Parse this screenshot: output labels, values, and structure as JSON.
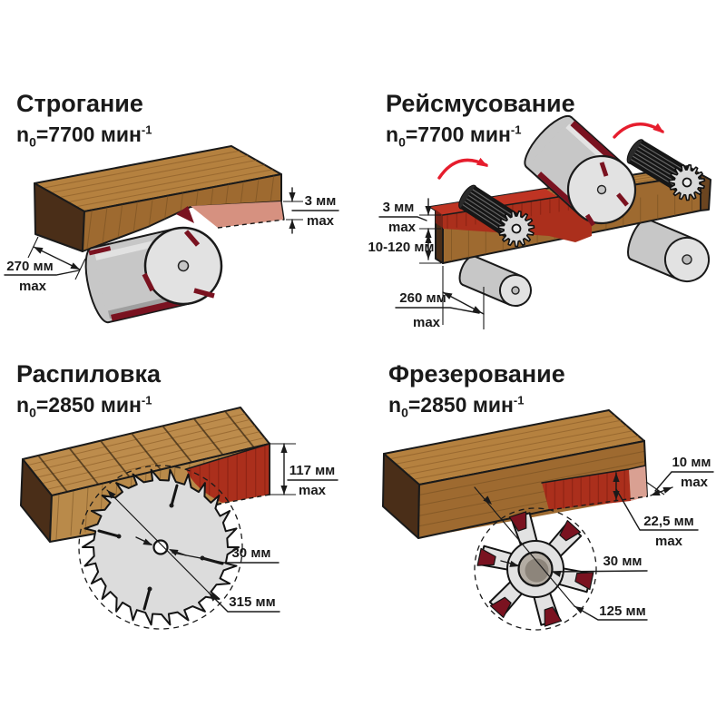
{
  "panels": {
    "planing": {
      "title": "Строгание",
      "speed": {
        "var": "n",
        "sub": "0",
        "eq": "=7700 мин",
        "sup": "-1"
      },
      "labels": {
        "thickness": "3 мм",
        "thickness_max": "max",
        "width": "270 мм",
        "width_max": "max"
      }
    },
    "thicknessing": {
      "title": "Рейсмусование",
      "speed": {
        "var": "n",
        "sub": "0",
        "eq": "=7700 мин",
        "sup": "-1"
      },
      "labels": {
        "removal": "3 мм",
        "removal_max": "max",
        "height_range": "10-120 мм",
        "width": "260 мм",
        "width_max": "max"
      }
    },
    "sawing": {
      "title": "Распиловка",
      "speed": {
        "var": "n",
        "sub": "0",
        "eq": "=2850 мин",
        "sup": "-1"
      },
      "labels": {
        "cut_depth": "117 мм",
        "cut_depth_max": "max",
        "bore": "30 мм",
        "blade_diameter": "315 мм"
      }
    },
    "milling": {
      "title": "Фрезерование",
      "speed": {
        "var": "n",
        "sub": "0",
        "eq": "=2850 мин",
        "sup": "-1"
      },
      "labels": {
        "groove_width": "10 мм",
        "groove_width_max": "max",
        "groove_depth": "22,5 мм",
        "groove_depth_max": "max",
        "bore": "30 мм",
        "cutter_diameter": "125 мм"
      }
    }
  },
  "colors": {
    "background": "#ffffff",
    "ink": "#1a1a1a",
    "wood_top": "#b5813f",
    "wood_front": "#9e6a30",
    "wood_end": "#4a2e18",
    "steel_light": "#e2e2e2",
    "steel_mid": "#c7c7c7",
    "red_cut": "#ab2f1c",
    "red_bright": "#bf3423",
    "removed_pink": "#d69180",
    "knife_red": "#7a1220",
    "arrow_red": "#e61d2d"
  }
}
